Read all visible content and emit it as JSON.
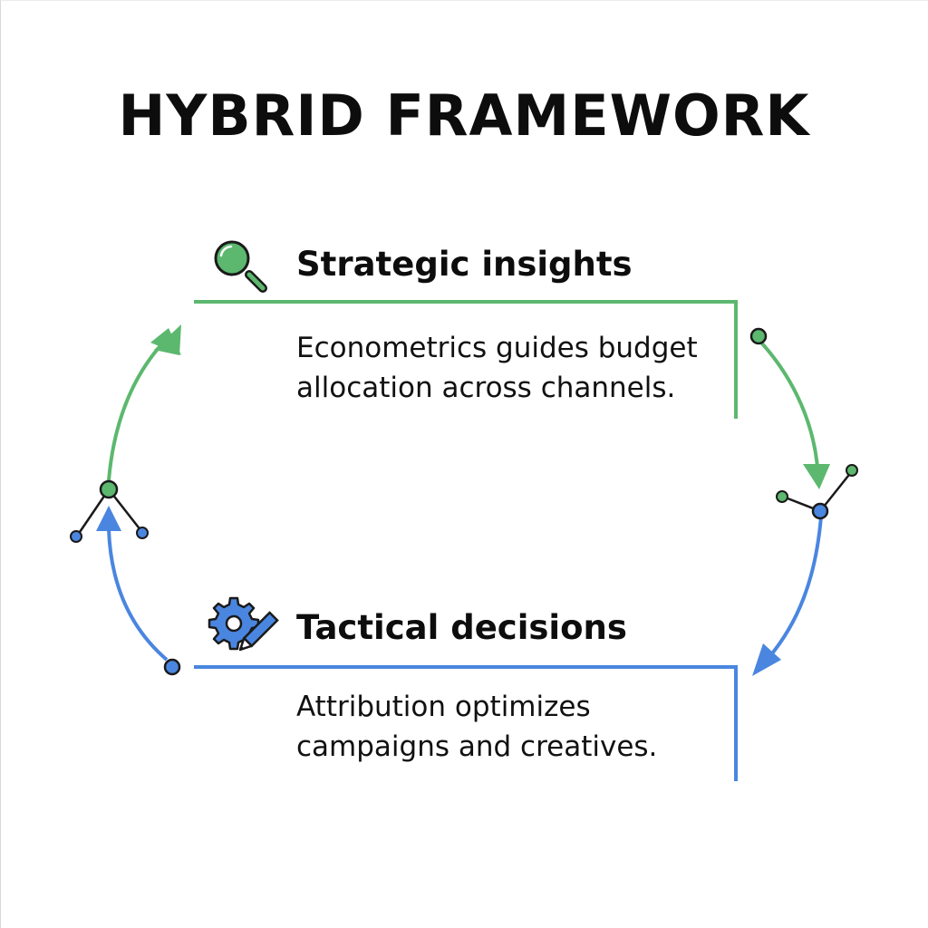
{
  "title": "HYBRID FRAMEWORK",
  "sections": [
    {
      "heading": "Strategic insights",
      "description": "Econometrics guides budget allocation across channels.",
      "icon": "magnifier-icon",
      "color": "#5cb86e"
    },
    {
      "heading": "Tactical decisions",
      "description": "Attribution optimizes campaigns and creatives.",
      "icon": "gear-pencil-icon",
      "color": "#4a86e0"
    }
  ],
  "colors": {
    "green": "#5cb86e",
    "blue": "#4a86e0",
    "dark": "#1a1a1a"
  }
}
